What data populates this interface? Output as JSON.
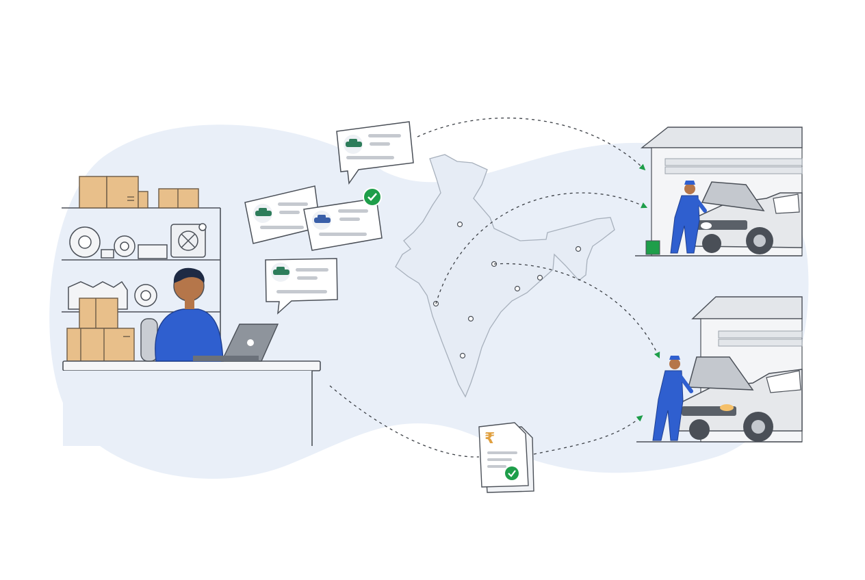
{
  "scene": {
    "description_free": true,
    "currency_symbol": "₹",
    "chat_messages": [
      {
        "id": "msg-1",
        "vehicle_icon": "car-icon",
        "vehicle_color": "#2e7d5b"
      },
      {
        "id": "msg-2",
        "vehicle_icon": "car-icon",
        "vehicle_color": "#2e7d5b"
      },
      {
        "id": "msg-3",
        "vehicle_icon": "car-icon",
        "vehicle_color": "#3a5fa8",
        "status_icon": "check-circle-icon"
      },
      {
        "id": "msg-4",
        "vehicle_icon": "car-icon",
        "vehicle_color": "#2e7d5b"
      }
    ],
    "invoice": {
      "icon": "invoice-icon",
      "status_icon": "check-circle-icon"
    },
    "garages": [
      {
        "id": "garage-top",
        "icon": "garage-icon"
      },
      {
        "id": "garage-bottom",
        "icon": "garage-icon"
      }
    ],
    "map_pins": 8,
    "colors": {
      "background_blob": "#e9eff8",
      "accent_green": "#1e9e4a",
      "shirt_blue": "#2f5fcf",
      "box_tan": "#e8bf8a",
      "outline": "#4a4f57"
    }
  }
}
